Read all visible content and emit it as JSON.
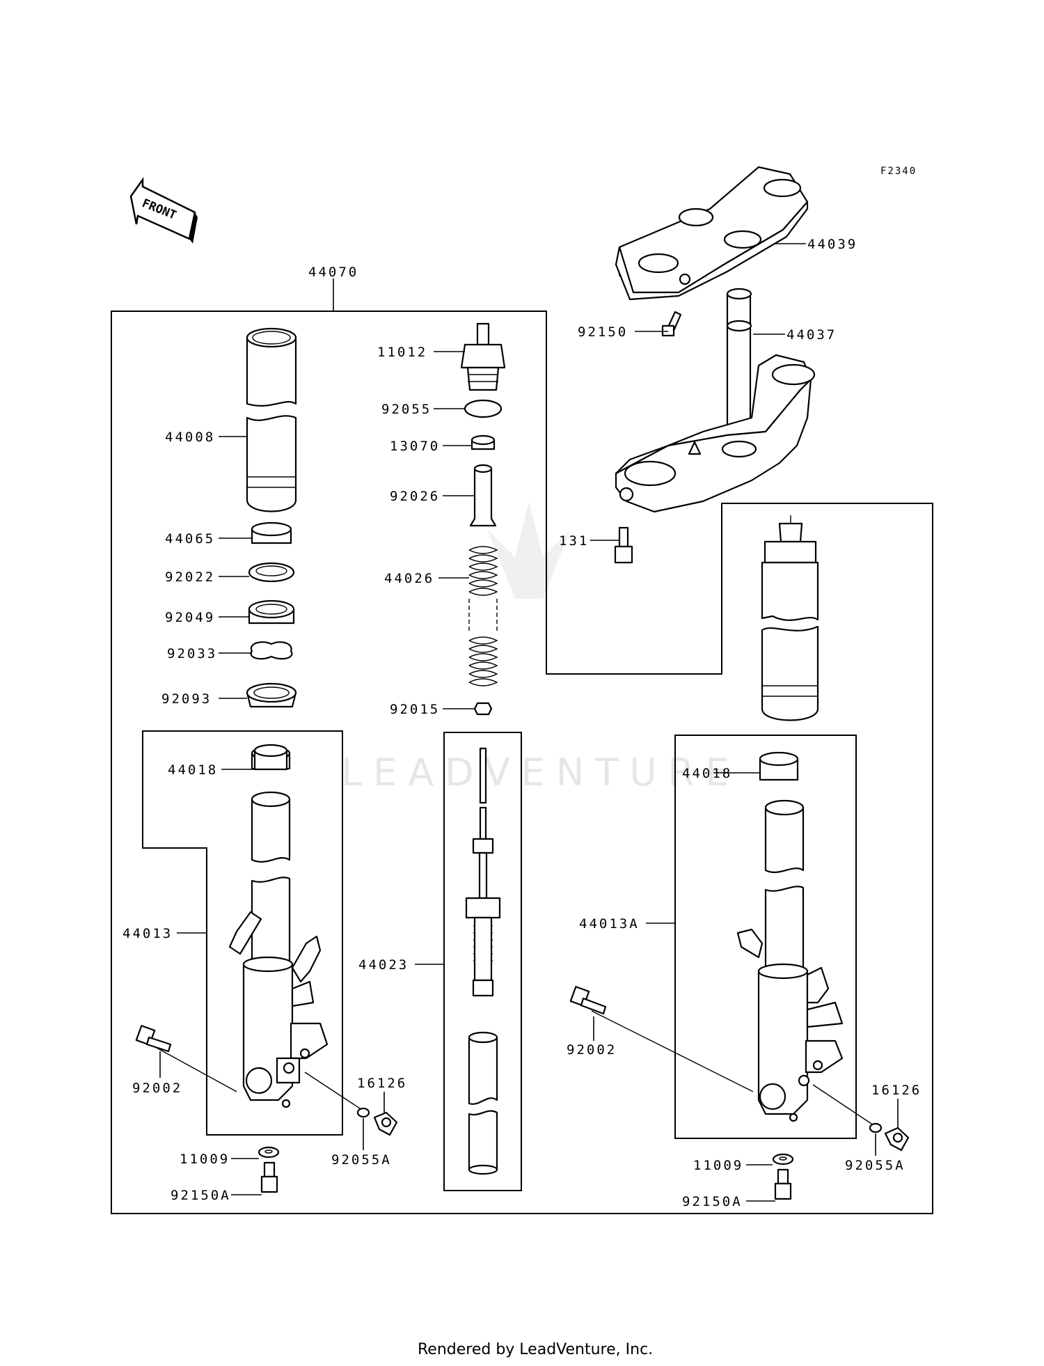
{
  "diagram_code": "F2340",
  "direction_label": "FRONT",
  "watermark": "LEADVENTURE",
  "footer": "Rendered by LeadVenture, Inc.",
  "parts": {
    "p44070": "44070",
    "p44039": "44039",
    "p92150": "92150",
    "p44037": "44037",
    "p131": "131",
    "p11012": "11012",
    "p92055": "92055",
    "p13070": "13070",
    "p92026": "92026",
    "p44026": "44026",
    "p92015": "92015",
    "p44008": "44008",
    "p44065": "44065",
    "p92022": "92022",
    "p92049": "92049",
    "p92033": "92033",
    "p92093": "92093",
    "p44018_left": "44018",
    "p44013": "44013",
    "p92002_left": "92002",
    "p16126_left": "16126",
    "p92055A_left": "92055A",
    "p11009_left": "11009",
    "p92150A_left": "92150A",
    "p44023": "44023",
    "p44018_right": "44018",
    "p44013A": "44013A",
    "p92002_right": "92002",
    "p16126_right": "16126",
    "p92055A_right": "92055A",
    "p11009_right": "11009",
    "p92150A_right": "92150A"
  }
}
